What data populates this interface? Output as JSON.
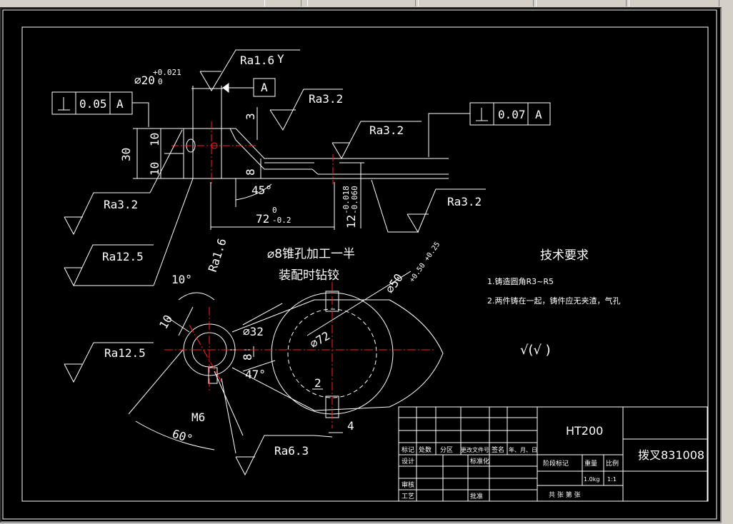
{
  "drawing": {
    "roughness_labels": {
      "top": "Ra1.6",
      "right1": "Ra3.2",
      "right2": "Ra3.2",
      "left1": "Ra3.2",
      "far_right": "Ra3.2",
      "left2": "Ra12.5",
      "left3": "Ra12.5",
      "rotated": "Ra1.6",
      "bottom": "Ra6.3"
    },
    "tolerance_frames": {
      "left": {
        "value": "0.05",
        "datum": "A"
      },
      "right": {
        "value": "0.07",
        "datum": "A"
      }
    },
    "datum_label": "A",
    "y_mark": "Y",
    "dimensions": {
      "bore": "⌀20",
      "bore_tol_upper": "+0.021",
      "bore_tol_lower": "0",
      "dim_10a": "10",
      "dim_10b": "10",
      "dim_30": "30",
      "dim_3": "3",
      "dim_8": "8",
      "angle_45": "45°",
      "dim_72": "72",
      "dim_72_tol_upper": "0",
      "dim_72_tol_lower": "-0.2",
      "dim_12_tol": "12",
      "dim_12_upper": "-0.018",
      "dim_12_lower": "-0.060",
      "angle_10": "10°",
      "dim_10c": "10",
      "dia_32": "⌀32",
      "dia_72": "⌀72",
      "dia_50": "⌀50",
      "dia_50_tol": "+0.50 +0.25",
      "dim_8b": "8",
      "angle_47": "47°",
      "dim_2": "2",
      "dim_4": "4",
      "thread_m6": "M6",
      "angle_60": "60°"
    },
    "notes": {
      "hole_note_line1": "⌀8锥孔加工一半",
      "hole_note_line2": "装配时钻铰",
      "tech_title": "技术要求",
      "tech_req1": "1.铸造圆角R3~R5",
      "tech_req2": "2.两件铸在一起，铸件应无夹渣，气孔",
      "rest_symbol": "√(√ )"
    },
    "title_block": {
      "material": "HT200",
      "part_name": "拨叉831008",
      "row_labels": [
        "标记",
        "处数",
        "分区",
        "更改文件号",
        "签名",
        "年、月、日"
      ],
      "design": "设计",
      "standardize": "标准化",
      "review": "审核",
      "process": "工艺",
      "approve": "批准",
      "stage_mark": "阶段标记",
      "weight": "重量",
      "scale": "比例",
      "weight_value": "1.0kg",
      "scale_value": "1:1",
      "sheets": "共   张   第   张"
    }
  }
}
